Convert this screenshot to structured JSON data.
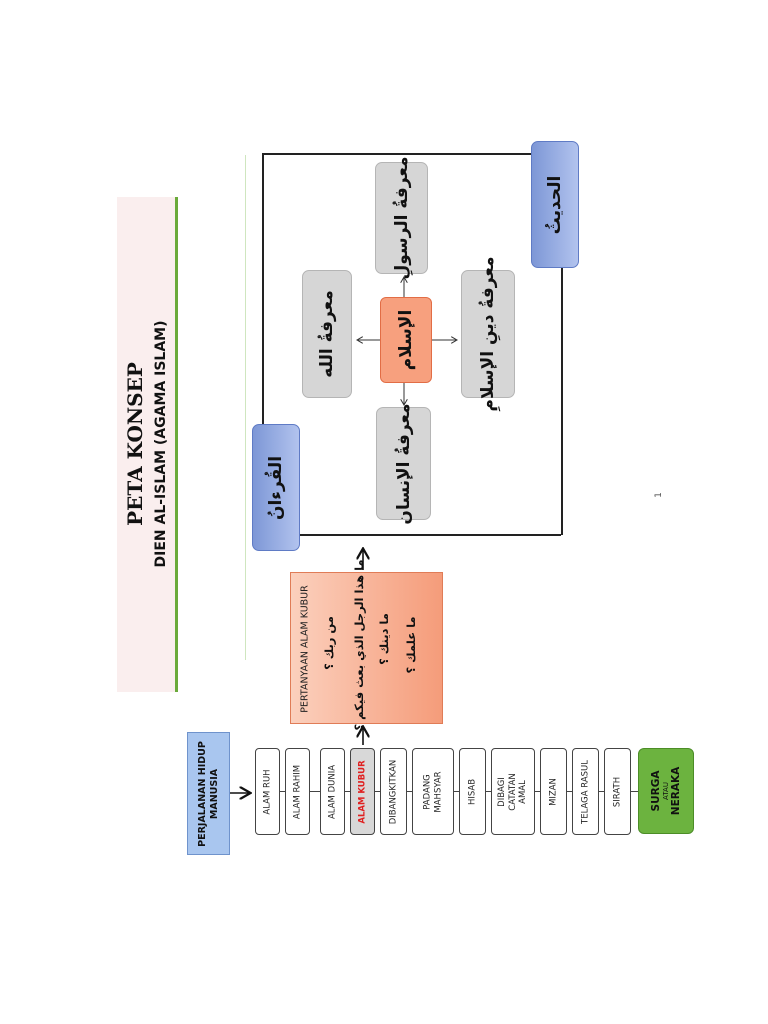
{
  "title": {
    "main": "PETA KONSEP",
    "subtitle": "DIEN AL-ISLAM (AGAMA ISLAM)"
  },
  "concepts": {
    "quran": "القُرءانُ",
    "hadith": "الحديثُ",
    "islam": "الإسلام",
    "marifah_allah": "معرفةُ الله",
    "marifah_insan": "معرفةُ الإنسان",
    "marifah_rasul": "معرفةُ الرسولِ",
    "marifah_din": "معرفةُ دينِ الإسلامِ"
  },
  "grave_questions": {
    "heading": "PERTANYAAN ALAM KUBUR",
    "q1": "من ربك ؟",
    "q2": "ما هذا الرجل الذي بعث فيكم ؟",
    "q3": "ما دينك ؟",
    "q4": "ما علمك ؟"
  },
  "journey": {
    "heading": "PERJALANAN HIDUP MANUSIA",
    "stages": [
      {
        "label": "ALAM RUH"
      },
      {
        "label": "ALAM RAHIM"
      },
      {
        "label": "ALAM DUNIA"
      },
      {
        "label": "ALAM KUBUR"
      },
      {
        "label": "DIBANGKITKAN"
      },
      {
        "label": "PADANG\nMAHSYAR"
      },
      {
        "label": "HISAB"
      },
      {
        "label": "DIBAGI\nCATATAN AMAL"
      },
      {
        "label": "MIZAN"
      },
      {
        "label": "TELAGA RASUL"
      },
      {
        "label": "SIRATH"
      }
    ],
    "final": {
      "surga": "SURGA",
      "atau": "ATAU",
      "neraka": "NERAKA"
    }
  },
  "page_number": "1",
  "colors": {
    "green_bar": "#6aaa3a",
    "blue_box": "#8ea6e0",
    "gray_box": "#d6d6d6",
    "orange_box": "#f7a07e",
    "final_box": "#6cb33f",
    "highlight_text": "#e02020"
  }
}
